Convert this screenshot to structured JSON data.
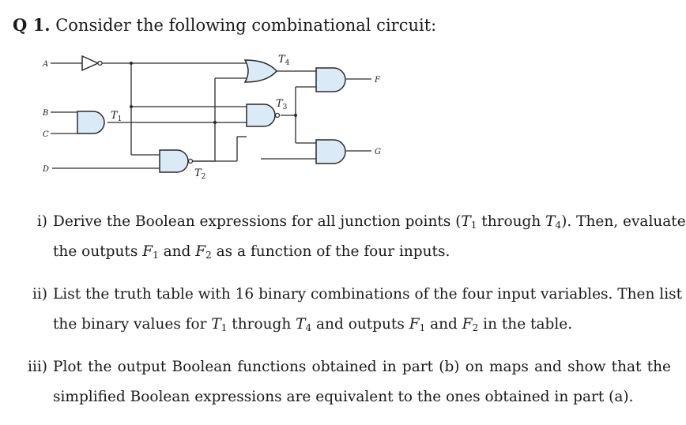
{
  "question": {
    "number": "Q 1.",
    "prompt": "Consider the following combinational circuit:"
  },
  "circuit": {
    "inputs": [
      "A",
      "B",
      "C",
      "D"
    ],
    "outputs": [
      "F",
      "G"
    ],
    "nodes": {
      "t1": {
        "letter": "T",
        "sub": "1"
      },
      "t2": {
        "letter": "T",
        "sub": "2"
      },
      "t3": {
        "letter": "T",
        "sub": "3"
      },
      "t4": {
        "letter": "T",
        "sub": "4"
      }
    }
  },
  "parts": [
    {
      "marker": "i)",
      "line1": {
        "a": "Derive the Boolean expressions for all junction points (",
        "v1": "T",
        "s1": "1",
        "b": " through ",
        "v2": "T",
        "s2": "4",
        "c": "). Then, evaluate"
      },
      "line2": {
        "a": "the outputs ",
        "v1": "F",
        "s1": "1",
        "b": " and ",
        "v2": "F",
        "s2": "2",
        "c": " as a function of the four inputs."
      }
    },
    {
      "marker": "ii)",
      "line1": {
        "a": "List the truth table with 16 binary combinations of the four input variables. Then list"
      },
      "line2": {
        "a": "the binary values for ",
        "v1": "T",
        "s1": "1",
        "b": " through ",
        "v2": "T",
        "s2": "4",
        "c": " and outputs ",
        "v3": "F",
        "s3": "1",
        "d": " and ",
        "v4": "F",
        "s4": "2",
        "e": " in the table."
      }
    },
    {
      "marker": "iii)",
      "line1": {
        "a": "Plot the output Boolean functions obtained in part (b) on maps and show that the"
      },
      "line2": {
        "a": "simplified Boolean expressions are equivalent to the ones obtained in part (a)."
      }
    }
  ]
}
